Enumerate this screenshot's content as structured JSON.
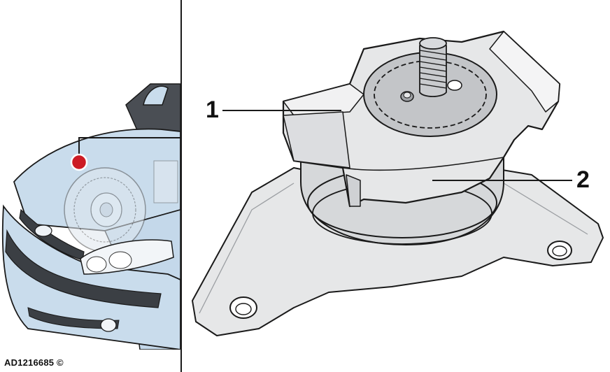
{
  "callouts": {
    "label_1": "1",
    "label_2": "2"
  },
  "reference": {
    "code": "AD1216685 ©"
  },
  "colors": {
    "car_body": "#c9dcec",
    "car_dark": "#3b3f44",
    "marker_red": "#cc1b24",
    "mount_fill": "#e6e7e8",
    "mount_shadow": "#b9bbbe",
    "outline": "#1a1a1a"
  }
}
